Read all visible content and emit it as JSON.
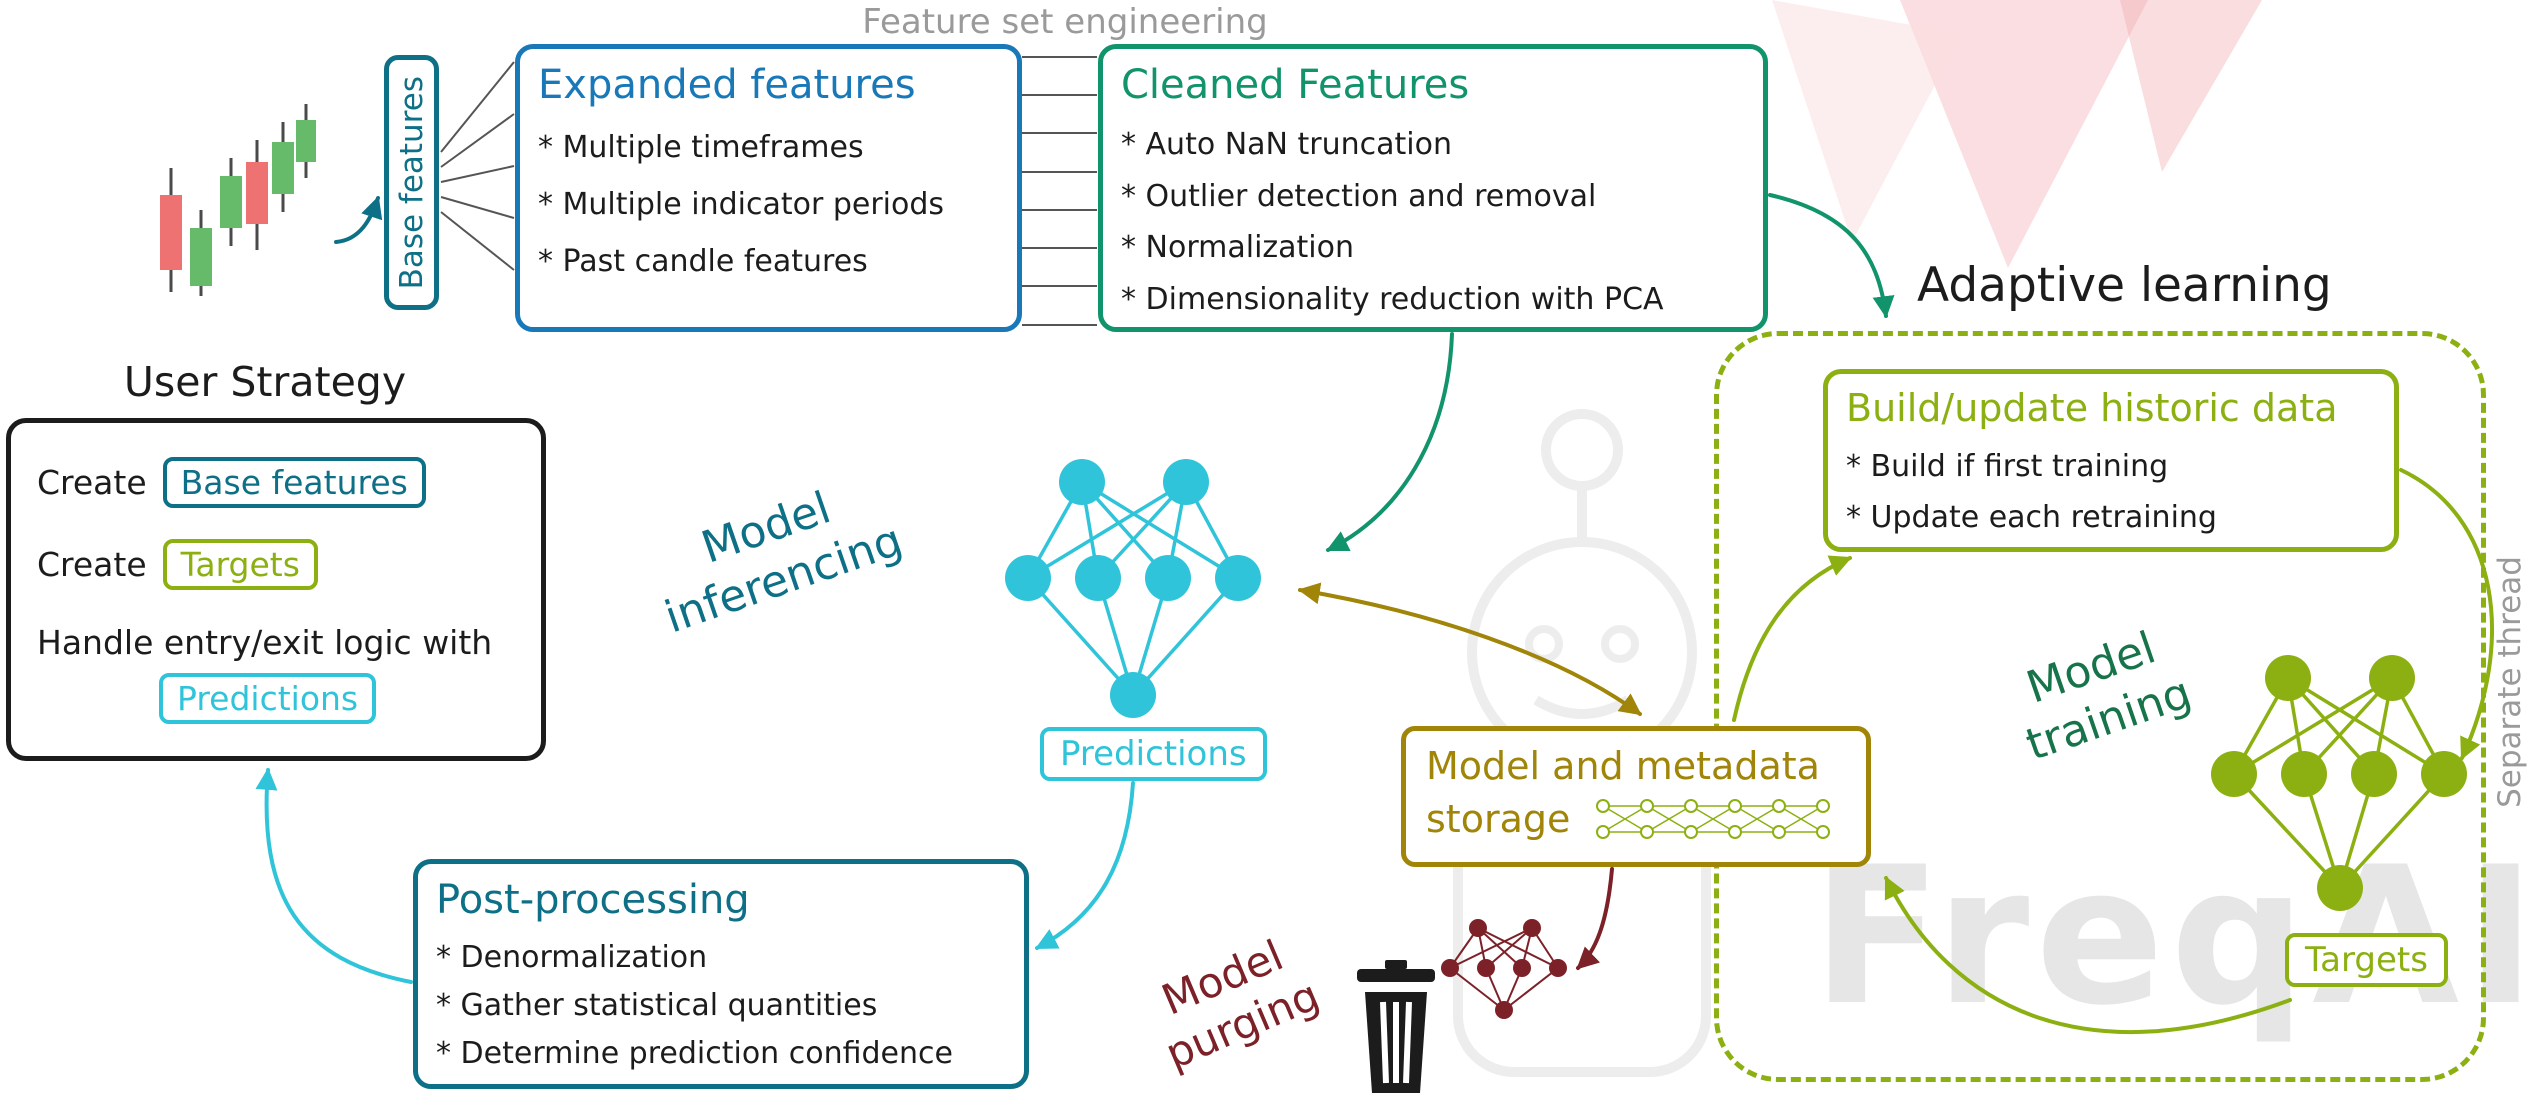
{
  "palette": {
    "blue": "#1878b8",
    "teal": "#0e7086",
    "green": "#11936b",
    "dark_green": "#17744a",
    "olive": "#8cb011",
    "dark_yellow": "#a08508",
    "cyan": "#2fc4d9",
    "dark_red": "#7c2128",
    "gray": "#9a9a9a",
    "ink": "#1c1c1c",
    "candle_red": "#ee7272",
    "candle_green": "#66bb6a",
    "watermark_gray": "#e6e6e6"
  },
  "header": {
    "feature_set_engineering": "Feature set engineering"
  },
  "pipeline": {
    "base_features_label": "Base features",
    "expanded_features": {
      "title": "Expanded features",
      "items": [
        "* Multiple timeframes",
        "* Multiple indicator periods",
        "* Past candle features"
      ]
    },
    "cleaned_features": {
      "title": "Cleaned Features",
      "items": [
        "* Auto NaN truncation",
        "* Outlier detection and removal",
        "* Normalization",
        "* Dimensionality reduction with PCA"
      ]
    }
  },
  "user_strategy": {
    "title": "User Strategy",
    "create_label_1": "Create",
    "base_features_chip": "Base features",
    "create_label_2": "Create",
    "targets_chip": "Targets",
    "handle_label": "Handle entry/exit logic with",
    "predictions_chip": "Predictions"
  },
  "inference": {
    "label_line1": "Model",
    "label_line2": "inferencing",
    "predictions_chip": "Predictions"
  },
  "post_processing": {
    "title": "Post-processing",
    "items": [
      "* Denormalization",
      "* Gather statistical quantities",
      "* Determine prediction confidence"
    ]
  },
  "storage": {
    "title_line1": "Model and metadata",
    "title_line2": "storage"
  },
  "purging": {
    "label_line1": "Model",
    "label_line2": "purging"
  },
  "adaptive": {
    "title": "Adaptive learning",
    "separate_thread": "Separate thread",
    "build_update": {
      "title": "Build/update historic data",
      "items": [
        "* Build if first training",
        "* Update each retraining"
      ]
    },
    "training_line1": "Model",
    "training_line2": "training",
    "targets_chip": "Targets"
  },
  "watermark": "FreqAI",
  "icons": {
    "candlestick_chart": "candlestick-chart-icon",
    "inference_network": "neural-network-icon",
    "training_network": "neural-network-icon",
    "purged_network": "neural-network-icon",
    "stored_model_network": "mini-network-icon",
    "trash": "trash-icon",
    "robot": "robot-watermark-icon"
  }
}
